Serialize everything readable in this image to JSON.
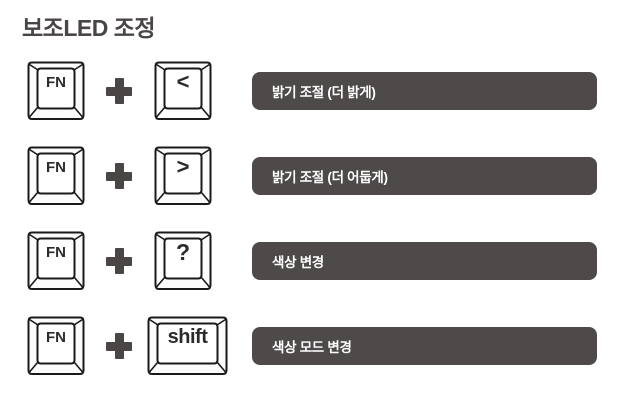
{
  "page": {
    "title": "보조LED 조정",
    "background_color": "#ffffff",
    "title_color": "#4a4545",
    "pill_color": "#4f4a4a",
    "pill_text_color": "#ffffff",
    "plus_color": "#4b4646",
    "keycap_outline_color": "#1a1a1a",
    "keycap_face_color": "#fcfcfc"
  },
  "rows": [
    {
      "key1": "FN",
      "plus": "+",
      "key2": "<",
      "key2_icon": "chevron-left-icon",
      "key2_wide": false,
      "label": "밝기 조절 (더 밝게)"
    },
    {
      "key1": "FN",
      "plus": "+",
      "key2": ">",
      "key2_icon": "chevron-right-icon",
      "key2_wide": false,
      "label": "밝기 조절 (더 어둡게)"
    },
    {
      "key1": "FN",
      "plus": "+",
      "key2": "?",
      "key2_icon": "question-mark-icon",
      "key2_wide": false,
      "label": "색상 변경"
    },
    {
      "key1": "FN",
      "plus": "+",
      "key2": "shift",
      "key2_icon": "shift-key-icon",
      "key2_wide": true,
      "label": "색상 모드 변경"
    }
  ]
}
